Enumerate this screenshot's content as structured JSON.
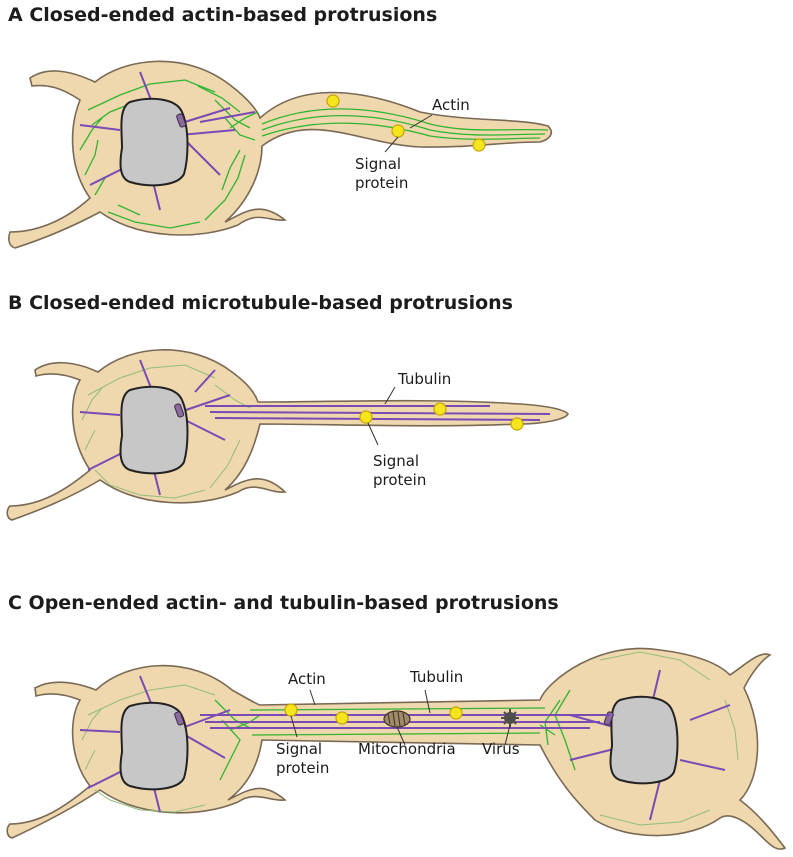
{
  "panels": {
    "a": {
      "title": "A  Closed-ended actin-based protrusions",
      "labels": {
        "actin": "Actin",
        "signal_line1": "Signal",
        "signal_line2": "protein"
      }
    },
    "b": {
      "title": "B  Closed-ended microtubule-based protrusions",
      "labels": {
        "tubulin": "Tubulin",
        "signal_line1": "Signal",
        "signal_line2": "protein"
      }
    },
    "c": {
      "title": "C  Open-ended actin- and tubulin-based protrusions",
      "labels": {
        "actin": "Actin",
        "tubulin": "Tubulin",
        "signal_line1": "Signal",
        "signal_line2": "protein",
        "mitochondria": "Mitochondria",
        "virus": "Virus"
      }
    }
  },
  "colors": {
    "cytoplasm": "#efd7ae",
    "nucleus": "#c7c7c7",
    "actin": "#2fb52f",
    "microtubule": "#7a4ab5",
    "signal_protein": "#f5e51c",
    "virus": "#555555",
    "mitochondria": "#8a7a60"
  }
}
